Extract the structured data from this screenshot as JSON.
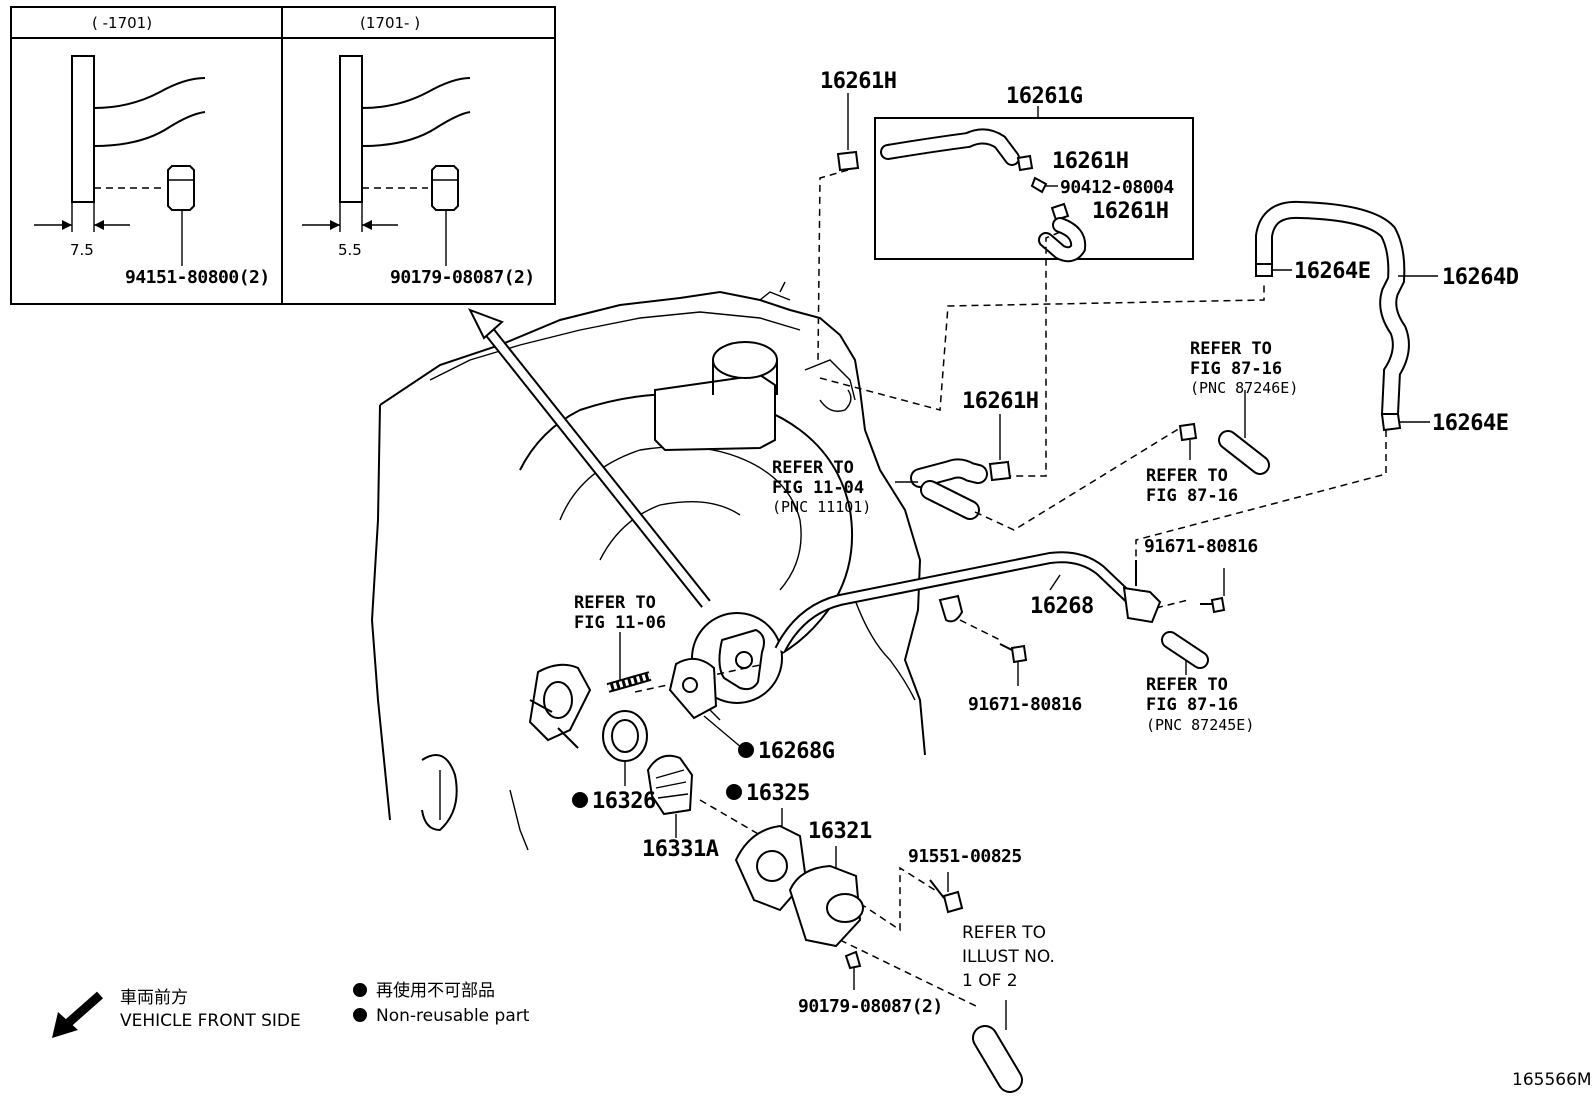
{
  "inset": {
    "left_header": "(      -1701)",
    "right_header": "(1701-      )",
    "left_dim": "7.5",
    "right_dim": "5.5",
    "left_part": "94151-80800(2)",
    "right_part": "90179-08087(2)"
  },
  "group_box_label": "16261G",
  "parts": {
    "p16261H_a": "16261H",
    "p16261H_b": "16261H",
    "p90412": "90412-08004",
    "p16261H_c": "16261H",
    "p16261H_d": "16261H",
    "p16264E_a": "16264E",
    "p16264D": "16264D",
    "p16264E_b": "16264E",
    "p91671_a": "91671-80816",
    "p16268": "16268",
    "p91671_b": "91671-80816",
    "p16268G": "16268G",
    "p16326": "16326",
    "p16325": "16325",
    "p16321": "16321",
    "p16331A": "16331A",
    "p91551": "91551-00825",
    "p90179": "90179-08087(2)"
  },
  "refs": {
    "r87246": [
      "REFER TO",
      "FIG 87-16",
      "(PNC 87246E)"
    ],
    "r11_04": [
      "REFER TO",
      "FIG 11-04",
      "(PNC 11101)"
    ],
    "r87_16_mid": [
      "REFER TO",
      "FIG 87-16"
    ],
    "r11_06": [
      "REFER TO",
      "FIG 11-06"
    ],
    "r87245": [
      "REFER TO",
      "FIG 87-16",
      "(PNC 87245E)"
    ],
    "r_illust": [
      "REFER TO",
      "ILLUST NO.",
      "1 OF 2"
    ]
  },
  "legend": {
    "front_jp": "車両前方",
    "front_en": "VEHICLE FRONT SIDE",
    "nonreuse_jp": "再使用不可部品",
    "nonreuse_en": "Non-reusable part"
  },
  "figure_code": "165566M"
}
